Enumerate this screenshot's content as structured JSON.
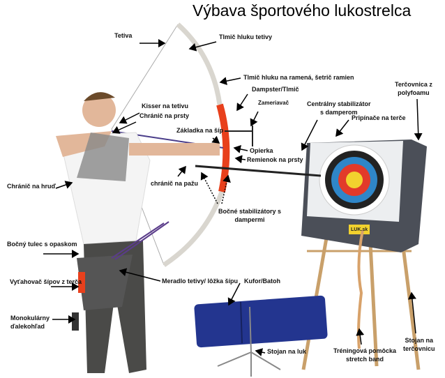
{
  "title": "Výbava športového lukostrelca",
  "labels": {
    "string": "Tetiva",
    "string_silencer": "Tlmič hluku tetivy",
    "limb_silencer": "Tlmič hluku na ramená, šetrič ramien",
    "dampener": "Dampster/Tlmič",
    "sight": "Zameriavač",
    "kisser": "Kisser na tetivu",
    "finger_tab": "Chránič na prsty",
    "nock_point": "Základka na šíp",
    "arrow_rest": "Opierka",
    "finger_sling": "Remienok na prsty",
    "central_stabilizer": [
      "Centrálny stabilizátor",
      "s damperom"
    ],
    "target_pins": "Pripínače na terče",
    "target_boss": [
      "Terčovnica z",
      "polyfoamu"
    ],
    "chest_guard": "Chránič na hruď",
    "arm_guard": "chránič na pažu",
    "side_stabilizers": [
      "Bočné stabilizátory s",
      "dampermi"
    ],
    "quiver": "Bočný tulec s opaskom",
    "arrow_puller": "Vyťahovač šípov z terča",
    "monocular": [
      "Monokulárny",
      "ďalekohľad"
    ],
    "bow_square": "Meradlo tetivy/ lôžka šípu",
    "case": "Kufor/Batoh",
    "bow_stand": "Stojan na luk",
    "stretch_band": [
      "Tréningová pomôcka",
      "stretch band"
    ],
    "target_stand": [
      "Stojan na",
      "terčovnicu"
    ]
  },
  "logo_text": "LUK.sk",
  "colors": {
    "bow_riser": "#e8401c",
    "case": "#23358f",
    "target_yellow": "#f2d22e",
    "target_red": "#e23a2a",
    "target_blue": "#2f86c8",
    "target_black": "#222222",
    "target_boss": "#4b4f58"
  }
}
